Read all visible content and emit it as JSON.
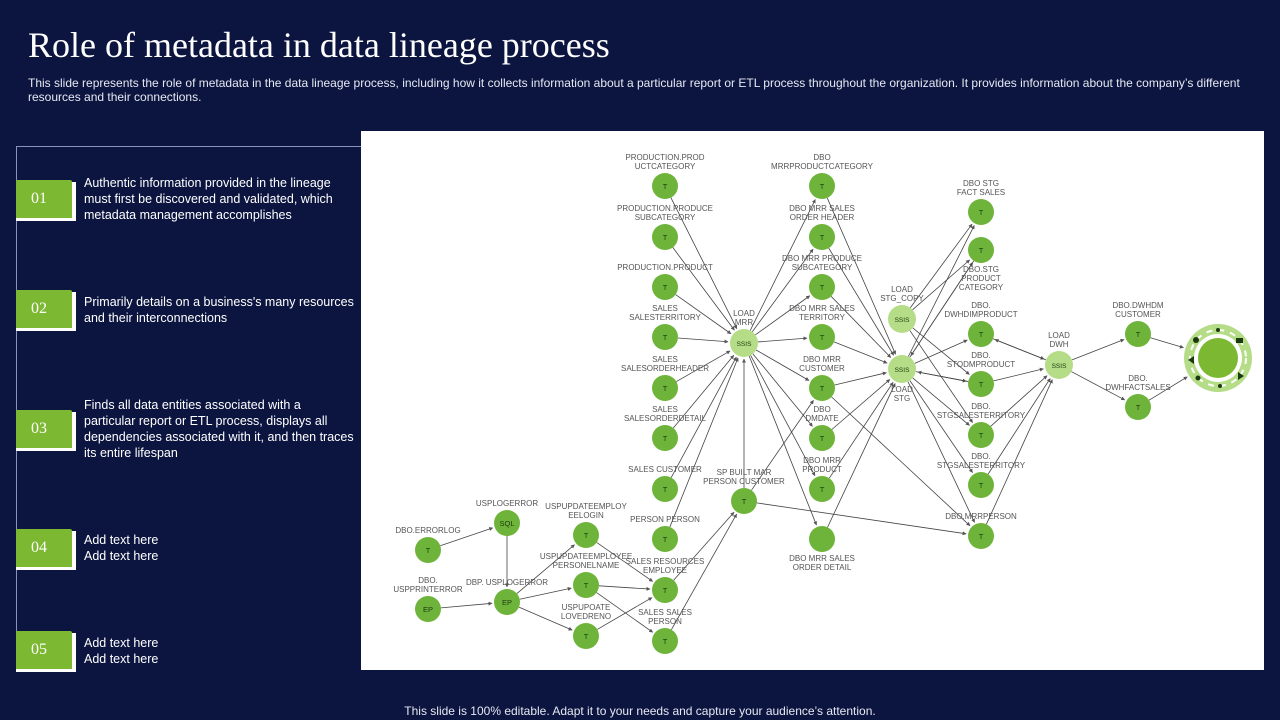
{
  "title": "Role of  metadata in data lineage process",
  "subtitle": "This slide represents the role of metadata in the data lineage process, including how it collects information about a particular report or ETL process throughout the organization. It provides information about the company’s different resources and their connections.",
  "items": [
    {
      "num": "01",
      "text": "Authentic information provided  in the lineage must first  be discovered  and validated,  which metadata  management  accomplishes"
    },
    {
      "num": "02",
      "text": "Primarily details on a business's many resources and their interconnections"
    },
    {
      "num": "03",
      "text": "Finds all data entities associated with a particular report  or ETL process, displays all dependencies  associated with it, and then traces its entire lifespan"
    },
    {
      "num": "04",
      "text": "Add text here\nAdd text here"
    },
    {
      "num": "05",
      "text": "Add text here\nAdd text here"
    }
  ],
  "nodes": [
    {
      "id": "errlog",
      "label": [
        "DBO.ERRORLOG"
      ],
      "glyph": "T",
      "lpos": "above"
    },
    {
      "id": "usperr",
      "label": [
        "DBO.",
        "USPPRINTERROR"
      ],
      "glyph": "EP",
      "lpos": "above"
    },
    {
      "id": "sql",
      "label": [
        "USPLOGERROR"
      ],
      "glyph": "SQL",
      "lpos": "above"
    },
    {
      "id": "uspep",
      "label": [
        "DBP.  USPLOGERROR"
      ],
      "glyph": "EP",
      "lpos": "above"
    },
    {
      "id": "upd1",
      "label": [
        "USPUPDATEEMPLOY",
        "EELOGIN"
      ],
      "glyph": "T",
      "lpos": "above"
    },
    {
      "id": "upd2",
      "label": [
        "USPUPDATEEMPLOYEE",
        "PERSONELNAME"
      ],
      "glyph": "T",
      "lpos": "above"
    },
    {
      "id": "upd3",
      "label": [
        "USPUPOATE",
        "LOVEDRENO"
      ],
      "glyph": "T",
      "lpos": "above"
    },
    {
      "id": "p1",
      "label": [
        "PRODUCTION.PROD",
        "UCTCATEGORY"
      ],
      "glyph": "T",
      "lpos": "above"
    },
    {
      "id": "p2",
      "label": [
        "PRODUCTION.PRODUCE",
        "SUBCATEGORY"
      ],
      "glyph": "T",
      "lpos": "above"
    },
    {
      "id": "p3",
      "label": [
        "PRODUCTION.PRODUCT"
      ],
      "glyph": "T",
      "lpos": "above"
    },
    {
      "id": "p4",
      "label": [
        "SALES",
        "SALESTERRITORY"
      ],
      "glyph": "T",
      "lpos": "above"
    },
    {
      "id": "p5",
      "label": [
        "SALES",
        "SALESORDERHEADER"
      ],
      "glyph": "T",
      "lpos": "above"
    },
    {
      "id": "p6",
      "label": [
        "SALES",
        "SALESORDERDETAIL"
      ],
      "glyph": "T",
      "lpos": "above"
    },
    {
      "id": "p7",
      "label": [
        "SALES  CUSTOMER"
      ],
      "glyph": "T",
      "lpos": "above"
    },
    {
      "id": "p8",
      "label": [
        "PERSON  PERSON"
      ],
      "glyph": "T",
      "lpos": "above"
    },
    {
      "id": "p9",
      "label": [
        "SALES  RESOURCES",
        "EMPLOYEE"
      ],
      "glyph": "T",
      "lpos": "above"
    },
    {
      "id": "p10",
      "label": [
        "SALES  SALES",
        "PERSON"
      ],
      "glyph": "T",
      "lpos": "above"
    },
    {
      "id": "ssis1",
      "label": [
        "LOAD",
        "MRR"
      ],
      "glyph": "SSIS",
      "lpos": "above"
    },
    {
      "id": "spbuilt",
      "label": [
        "SP BUILT MAR",
        "PERSON  CUSTOMER"
      ],
      "glyph": "T",
      "lpos": "above"
    },
    {
      "id": "m1",
      "label": [
        "DBO",
        "MRRPRODUCTCATEGORY"
      ],
      "glyph": "T",
      "lpos": "above"
    },
    {
      "id": "m2",
      "label": [
        "DBO MRR SALES",
        "ORDER HEADER"
      ],
      "glyph": "T",
      "lpos": "above"
    },
    {
      "id": "m3",
      "label": [
        "DBO MRR PRODUCE",
        "SUBCATEGORY"
      ],
      "glyph": "T",
      "lpos": "above"
    },
    {
      "id": "m4",
      "label": [
        "DBO MRR SALES",
        "TERRITORY"
      ],
      "glyph": "T",
      "lpos": "above"
    },
    {
      "id": "m5",
      "label": [
        "DBO MRR",
        "CUSTOMER"
      ],
      "glyph": "T",
      "lpos": "above"
    },
    {
      "id": "m6",
      "label": [
        "DBO",
        "DMDATE"
      ],
      "glyph": "T",
      "lpos": "above"
    },
    {
      "id": "m7",
      "label": [
        "DBO MRR",
        "PRODUCT"
      ],
      "glyph": "T",
      "lpos": "above"
    },
    {
      "id": "m8",
      "label": [
        "DBO MRR SALES",
        "ORDER DETAIL"
      ],
      "glyph": "",
      "lpos": "below"
    },
    {
      "id": "ssis2",
      "label": [
        "LOAD",
        "STG_COPY"
      ],
      "glyph": "SSIS",
      "lpos": "above"
    },
    {
      "id": "ssis3",
      "label": [
        "LOAD",
        "STG"
      ],
      "glyph": "SSIS",
      "lpos": "below"
    },
    {
      "id": "s1",
      "label": [
        "DBO STG",
        "FACT SALES"
      ],
      "glyph": "T",
      "lpos": "above"
    },
    {
      "id": "s2",
      "label": [
        "DBO.STG",
        "PRODUCT",
        "CATEGORY"
      ],
      "glyph": "T",
      "lpos": "below"
    },
    {
      "id": "s3",
      "label": [
        "DBO.",
        "DWHDIMPRODUCT"
      ],
      "glyph": "T",
      "lpos": "above"
    },
    {
      "id": "s4",
      "label": [
        "DBO.",
        "STODMPRODUCT"
      ],
      "glyph": "T",
      "lpos": "above"
    },
    {
      "id": "s5",
      "label": [
        "DBO.",
        "STGSALESTERRITORY"
      ],
      "glyph": "T",
      "lpos": "above"
    },
    {
      "id": "s6",
      "label": [
        "DBO.",
        "STGSALESTERRITORY"
      ],
      "glyph": "T",
      "lpos": "above"
    },
    {
      "id": "s7",
      "label": [
        "DBO.MRRPERSON"
      ],
      "glyph": "T",
      "lpos": "above"
    },
    {
      "id": "ssis4",
      "label": [
        "LOAD",
        "DWH"
      ],
      "glyph": "SSIS",
      "lpos": "above"
    },
    {
      "id": "d1",
      "label": [
        "DBO.DWHDM",
        "CUSTOMER"
      ],
      "glyph": "T",
      "lpos": "above"
    },
    {
      "id": "d2",
      "label": [
        "DBO.",
        "DWHFACTSALES"
      ],
      "glyph": "T",
      "lpos": "above"
    }
  ],
  "edges": [
    [
      "errlog",
      "sql"
    ],
    [
      "usperr",
      "uspep"
    ],
    [
      "sql",
      "uspep"
    ],
    [
      "uspep",
      "upd1"
    ],
    [
      "uspep",
      "upd2"
    ],
    [
      "uspep",
      "upd3"
    ],
    [
      "upd1",
      "p9"
    ],
    [
      "upd2",
      "p9"
    ],
    [
      "upd3",
      "p9"
    ],
    [
      "upd2",
      "p10"
    ],
    [
      "p1",
      "ssis1"
    ],
    [
      "p2",
      "ssis1"
    ],
    [
      "p3",
      "ssis1"
    ],
    [
      "p4",
      "ssis1"
    ],
    [
      "p5",
      "ssis1"
    ],
    [
      "p6",
      "ssis1"
    ],
    [
      "p7",
      "ssis1"
    ],
    [
      "p8",
      "ssis1"
    ],
    [
      "p9",
      "spbuilt"
    ],
    [
      "p10",
      "spbuilt"
    ],
    [
      "spbuilt",
      "ssis1"
    ],
    [
      "ssis1",
      "m1"
    ],
    [
      "ssis1",
      "m2"
    ],
    [
      "ssis1",
      "m3"
    ],
    [
      "ssis1",
      "m4"
    ],
    [
      "ssis1",
      "m5"
    ],
    [
      "ssis1",
      "m6"
    ],
    [
      "ssis1",
      "m7"
    ],
    [
      "ssis1",
      "m8"
    ],
    [
      "spbuilt",
      "m5"
    ],
    [
      "m1",
      "ssis3"
    ],
    [
      "m2",
      "ssis3"
    ],
    [
      "m3",
      "ssis3"
    ],
    [
      "m4",
      "ssis3"
    ],
    [
      "m5",
      "ssis3"
    ],
    [
      "m6",
      "ssis3"
    ],
    [
      "m7",
      "ssis3"
    ],
    [
      "m8",
      "ssis3"
    ],
    [
      "m5",
      "s7"
    ],
    [
      "spbuilt",
      "s7"
    ],
    [
      "ssis2",
      "s1"
    ],
    [
      "ssis2",
      "s2"
    ],
    [
      "ssis2",
      "s4"
    ],
    [
      "ssis2",
      "s5"
    ],
    [
      "ssis3",
      "s1"
    ],
    [
      "ssis3",
      "s2"
    ],
    [
      "ssis3",
      "s3"
    ],
    [
      "ssis3",
      "s4"
    ],
    [
      "ssis3",
      "s5"
    ],
    [
      "ssis3",
      "s6"
    ],
    [
      "ssis3",
      "s7"
    ],
    [
      "s2",
      "ssis3"
    ],
    [
      "s4",
      "ssis3"
    ],
    [
      "s3",
      "ssis4"
    ],
    [
      "s4",
      "ssis4"
    ],
    [
      "s5",
      "ssis4"
    ],
    [
      "s6",
      "ssis4"
    ],
    [
      "s7",
      "ssis4"
    ],
    [
      "ssis4",
      "s3"
    ],
    [
      "ssis4",
      "d1"
    ],
    [
      "ssis4",
      "d2"
    ],
    [
      "d1",
      "hub"
    ],
    [
      "d2",
      "hub"
    ]
  ],
  "colors": {
    "background": "#0c1540",
    "accent": "#7db833",
    "node": "#6fb43a",
    "node_ssis": "#b5dc86",
    "panel": "#ffffff"
  },
  "footer": "This slide is 100% editable. Adapt it to your needs and capture your audience’s attention."
}
